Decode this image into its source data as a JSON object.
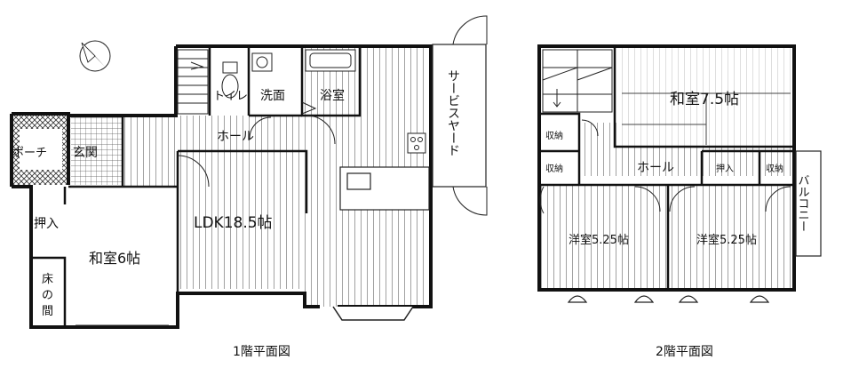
{
  "floor1": {
    "caption": "1階平面図",
    "rooms": {
      "toilet": "トイレ",
      "washroom": "洗面",
      "bathroom": "浴室",
      "hall": "ホール",
      "porch": "ポーチ",
      "entrance": "玄関",
      "ldk": "LDK18.5帖",
      "closet": "押入",
      "washitsu": "和室6帖",
      "tokonoma": "床の間",
      "service_yard": "サービスヤード"
    }
  },
  "floor2": {
    "caption": "2階平面図",
    "rooms": {
      "washitsu": "和室7.5帖",
      "storage_1": "収納",
      "storage_2": "収納",
      "hall": "ホール",
      "closet": "押入",
      "storage_3": "収納",
      "balcony": "バルコニー",
      "western_1": "洋室5.25帖",
      "western_2": "洋室5.25帖"
    }
  }
}
